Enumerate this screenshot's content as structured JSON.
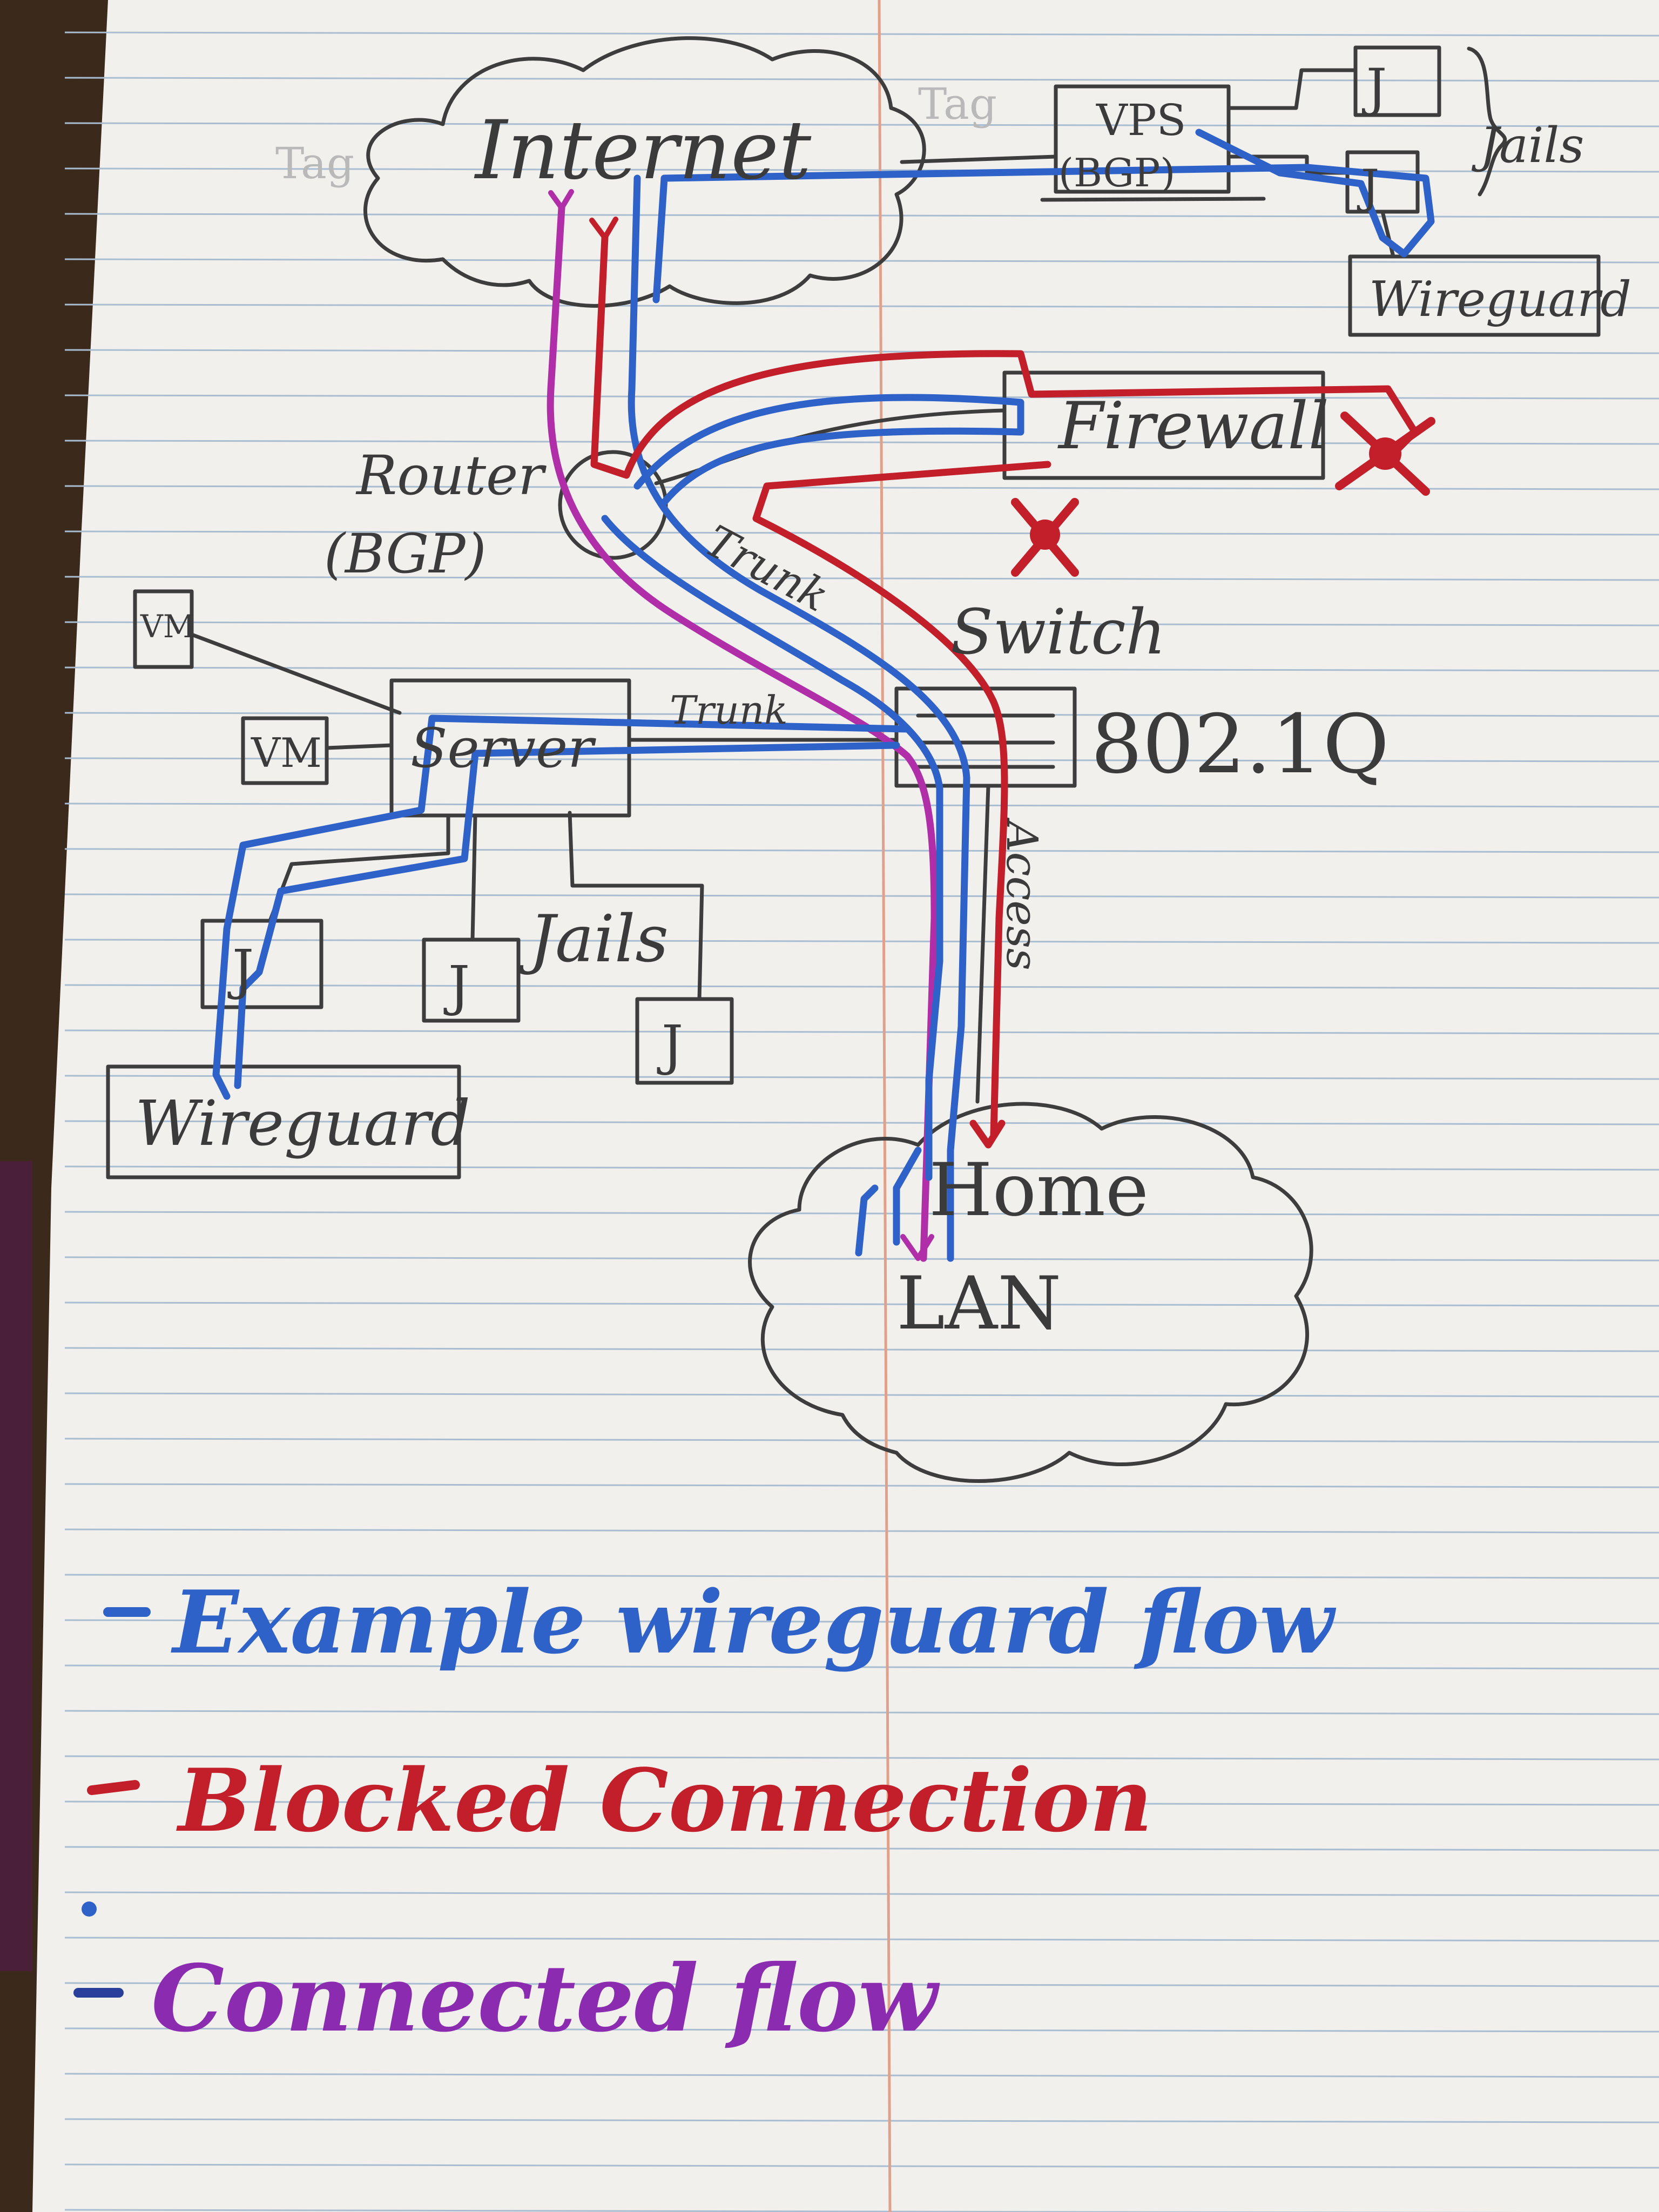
{
  "nodes": {
    "internet": "Internet",
    "vps": "VPS",
    "vps_sub": "(BGP)",
    "jails_top": "Jails",
    "jail_letter": "J",
    "wireguard_top": "Wireguard",
    "firewall": "Firewall",
    "router": "Router",
    "router_sub": "(BGP)",
    "trunk_upper": "Trunk",
    "switch": "Switch",
    "switch_standard": "802.1Q",
    "vm": "VM",
    "server": "Server",
    "trunk_lower": "Trunk",
    "access": "Access",
    "jails_bottom": "Jails",
    "wireguard_bottom": "Wireguard",
    "home": "Home",
    "lan": "LAN",
    "tag_left": "Tag",
    "tag_right": "Tag"
  },
  "legend": [
    {
      "text": "Example wireguard flow",
      "color": "#2f62c9"
    },
    {
      "text": "Blocked Connection",
      "color": "#c21f2a"
    },
    {
      "text": "Connected flow",
      "color": "#8a2bb0"
    }
  ],
  "colors": {
    "paper": "#f2f0ec",
    "rule_line": "#a9bdd2",
    "margin_line": "#e0a08a",
    "pencil": "#3d3d3d",
    "blue_flow": "#2f62c9",
    "red_flow": "#c21f2a",
    "purple_flow": "#b02fa8"
  }
}
